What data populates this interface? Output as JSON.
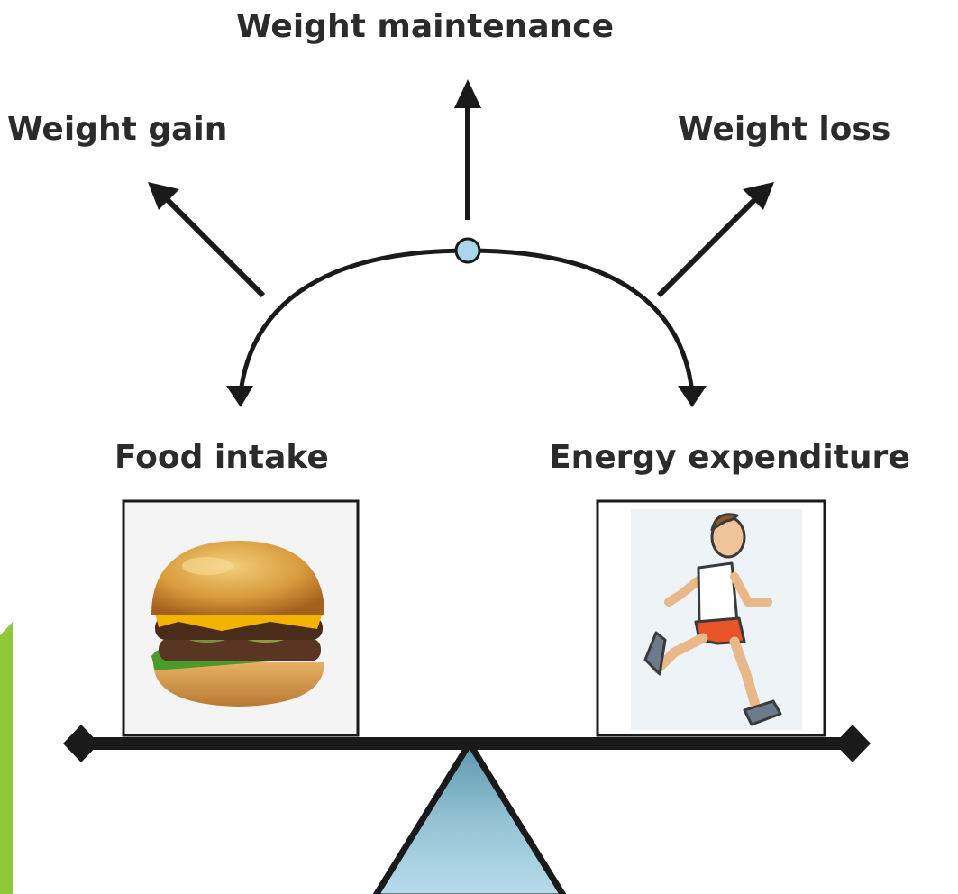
{
  "labels": {
    "maintenance": "Weight maintenance",
    "gain": "Weight gain",
    "loss": "Weight loss",
    "food": "Food intake",
    "energy": "Energy expenditure"
  },
  "images": {
    "left": "burger-image",
    "right": "runner-image"
  },
  "colors": {
    "accent_bar": "#8fc93a",
    "fulcrum": "#7fb3c8",
    "pivot": "#a9d6ea",
    "ink": "#1a1a1a"
  }
}
